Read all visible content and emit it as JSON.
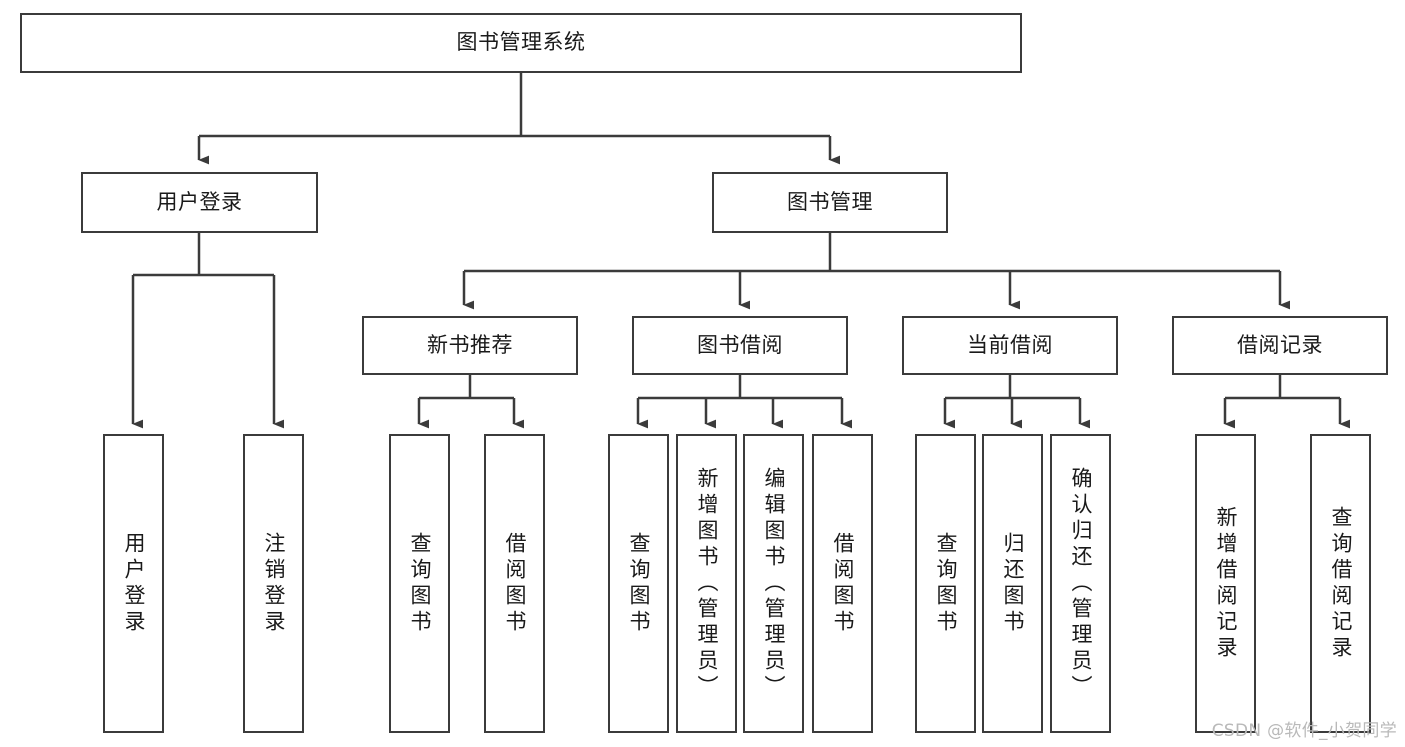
{
  "diagram": {
    "title": "图书管理系统",
    "type": "hierarchy-tree",
    "root": {
      "id": "root",
      "label": "图书管理系统"
    },
    "level2": [
      {
        "id": "user-login",
        "label": "用户登录"
      },
      {
        "id": "book-manage",
        "label": "图书管理"
      }
    ],
    "level3": [
      {
        "id": "new-book-recommend",
        "label": "新书推荐",
        "parent": "book-manage"
      },
      {
        "id": "book-borrow",
        "label": "图书借阅",
        "parent": "book-manage"
      },
      {
        "id": "current-borrow",
        "label": "当前借阅",
        "parent": "book-manage"
      },
      {
        "id": "borrow-record",
        "label": "借阅记录",
        "parent": "book-manage"
      }
    ],
    "leaves": {
      "user_login": [
        {
          "id": "leaf-user-login",
          "label": "用户登录"
        },
        {
          "id": "leaf-user-logout",
          "label": "注销登录"
        }
      ],
      "new_book_recommend": [
        {
          "id": "leaf-query-book-1",
          "label": "查询图书"
        },
        {
          "id": "leaf-borrow-book-1",
          "label": "借阅图书"
        }
      ],
      "book_borrow": [
        {
          "id": "leaf-query-book-2",
          "label": "查询图书"
        },
        {
          "id": "leaf-add-book",
          "label": "新增图书（管理员）"
        },
        {
          "id": "leaf-edit-book",
          "label": "编辑图书（管理员）"
        },
        {
          "id": "leaf-borrow-book-2",
          "label": "借阅图书"
        }
      ],
      "current_borrow": [
        {
          "id": "leaf-query-book-3",
          "label": "查询图书"
        },
        {
          "id": "leaf-return-book",
          "label": "归还图书"
        },
        {
          "id": "leaf-confirm-return",
          "label": "确认归还（管理员）"
        }
      ],
      "borrow_record": [
        {
          "id": "leaf-add-record",
          "label": "新增借阅记录"
        },
        {
          "id": "leaf-query-record",
          "label": "查询借阅记录"
        }
      ]
    }
  },
  "watermark": {
    "text": "CSDN @软件_小贺同学"
  },
  "colors": {
    "stroke": "#3b3b3b",
    "background": "#ffffff",
    "text": "#1a1a1a",
    "watermark": "#b9b9b9"
  }
}
